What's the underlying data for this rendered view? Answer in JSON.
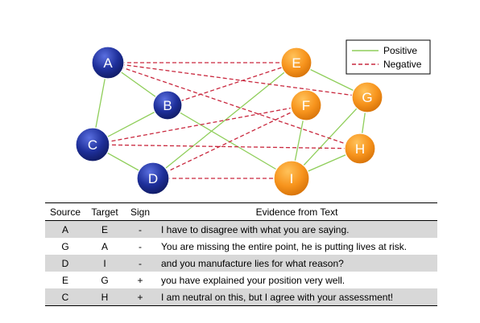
{
  "colors": {
    "positive_edge": "#8fce5a",
    "negative_edge": "#c9283e",
    "blue_node": "#1e2f9a",
    "orange_node": "#f7941d",
    "row_shade": "#d8d8d8"
  },
  "legend": {
    "positive_label": "Positive",
    "negative_label": "Negative"
  },
  "nodes": [
    {
      "id": "A",
      "group": "blue"
    },
    {
      "id": "B",
      "group": "blue"
    },
    {
      "id": "C",
      "group": "blue"
    },
    {
      "id": "D",
      "group": "blue"
    },
    {
      "id": "E",
      "group": "orange"
    },
    {
      "id": "F",
      "group": "orange"
    },
    {
      "id": "G",
      "group": "orange"
    },
    {
      "id": "H",
      "group": "orange"
    },
    {
      "id": "I",
      "group": "orange"
    }
  ],
  "edges": [
    {
      "from": "A",
      "to": "B",
      "sign": "positive"
    },
    {
      "from": "A",
      "to": "C",
      "sign": "positive"
    },
    {
      "from": "B",
      "to": "C",
      "sign": "positive"
    },
    {
      "from": "C",
      "to": "D",
      "sign": "positive"
    },
    {
      "from": "B",
      "to": "I",
      "sign": "positive"
    },
    {
      "from": "D",
      "to": "E",
      "sign": "positive"
    },
    {
      "from": "E",
      "to": "G",
      "sign": "positive"
    },
    {
      "from": "G",
      "to": "H",
      "sign": "positive"
    },
    {
      "from": "F",
      "to": "I",
      "sign": "positive"
    },
    {
      "from": "G",
      "to": "I",
      "sign": "positive"
    },
    {
      "from": "H",
      "to": "I",
      "sign": "positive"
    },
    {
      "from": "A",
      "to": "E",
      "sign": "negative"
    },
    {
      "from": "A",
      "to": "G",
      "sign": "negative"
    },
    {
      "from": "A",
      "to": "H",
      "sign": "negative"
    },
    {
      "from": "B",
      "to": "E",
      "sign": "negative"
    },
    {
      "from": "C",
      "to": "F",
      "sign": "negative"
    },
    {
      "from": "C",
      "to": "H",
      "sign": "negative"
    },
    {
      "from": "D",
      "to": "F",
      "sign": "negative"
    },
    {
      "from": "D",
      "to": "I",
      "sign": "negative"
    }
  ],
  "table": {
    "headers": [
      "Source",
      "Target",
      "Sign",
      "Evidence from Text"
    ],
    "rows": [
      {
        "source": "A",
        "target": "E",
        "sign": "-",
        "evidence": "I have to disagree with what you are saying.",
        "shaded": true
      },
      {
        "source": "G",
        "target": "A",
        "sign": "-",
        "evidence": "You are missing the entire point, he is putting lives at risk.",
        "shaded": false
      },
      {
        "source": "D",
        "target": "I",
        "sign": "-",
        "evidence": "and you manufacture lies for what reason?",
        "shaded": true
      },
      {
        "source": "E",
        "target": "G",
        "sign": "+",
        "evidence": "you have explained your position very well.",
        "shaded": false
      },
      {
        "source": "C",
        "target": "H",
        "sign": "+",
        "evidence": "I am neutral on this, but I agree with your assessment!",
        "shaded": true
      }
    ]
  }
}
